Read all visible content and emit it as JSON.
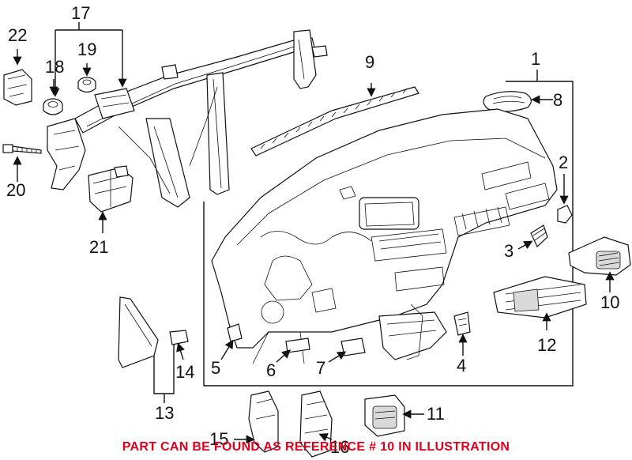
{
  "callouts": {
    "c1": "1",
    "c2": "2",
    "c3": "3",
    "c4": "4",
    "c5": "5",
    "c6": "6",
    "c7": "7",
    "c8": "8",
    "c9": "9",
    "c10": "10",
    "c11": "11",
    "c12": "12",
    "c13": "13",
    "c14": "14",
    "c15": "15",
    "c16": "16",
    "c17": "17",
    "c18": "18",
    "c19": "19",
    "c20": "20",
    "c21": "21",
    "c22": "22"
  },
  "footer": {
    "note": "PART CAN BE FOUND AS REFERENCE # 10 IN ILLUSTRATION"
  },
  "colors": {
    "lines": "#111111",
    "footer_text": "#e0001b",
    "background": "#ffffff"
  }
}
